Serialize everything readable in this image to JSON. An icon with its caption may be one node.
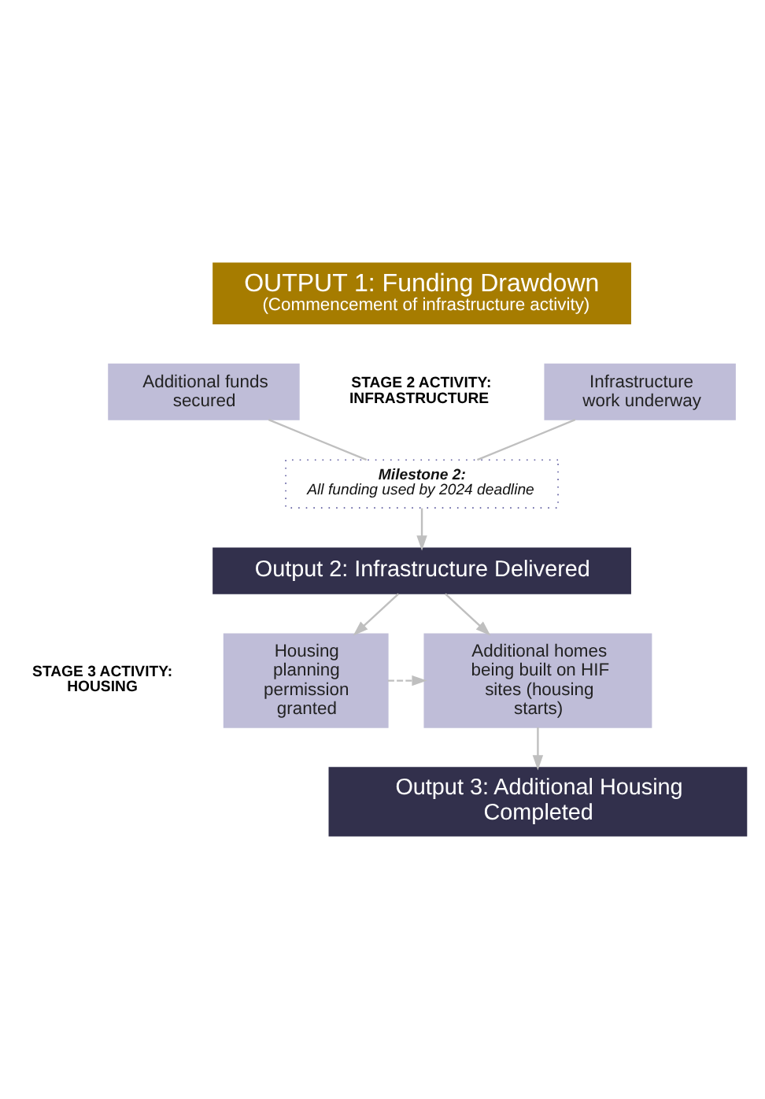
{
  "diagram": {
    "nodes": [
      {
        "text": [
          "OUTPUT 1: Funding Drawdown",
          "(Commencement of infrastructure activity)"
        ]
      },
      {
        "text": [
          "Infrastructure work underway"
        ]
      },
      {
        "text": [
          "Additional funds secured"
        ]
      },
      {
        "text": [
          "Milestone 2:",
          "All funding used by 2024 deadline"
        ]
      },
      {
        "text": [
          "Output 2: Infrastructure Delivered"
        ]
      },
      {
        "text": [
          "Housing planning permission granted"
        ]
      },
      {
        "text": [
          "Additional homes being built on HIF sites (housing starts)"
        ]
      },
      {
        "text": [
          "Output 3: Additional Housing Completed"
        ]
      }
    ],
    "edges": [
      {
        "from": 1,
        "to": 3,
        "arrow": "none"
      },
      {
        "from": 2,
        "to": 3,
        "arrow": "none"
      },
      {
        "from": 3,
        "to": 4,
        "arrow": "to"
      },
      {
        "from": 4,
        "to": 5,
        "arrow": "to"
      },
      {
        "from": 4,
        "to": 6,
        "arrow": "to"
      },
      {
        "from": 5,
        "to": 6,
        "arrow": "to",
        "style": "dashed"
      },
      {
        "from": 6,
        "to": 7,
        "arrow": "to"
      }
    ],
    "labels": [
      "STAGE 2 ACTIVITY: INFRASTRUCTURE",
      "STAGE 3 ACTIVITY: HOUSING"
    ]
  }
}
